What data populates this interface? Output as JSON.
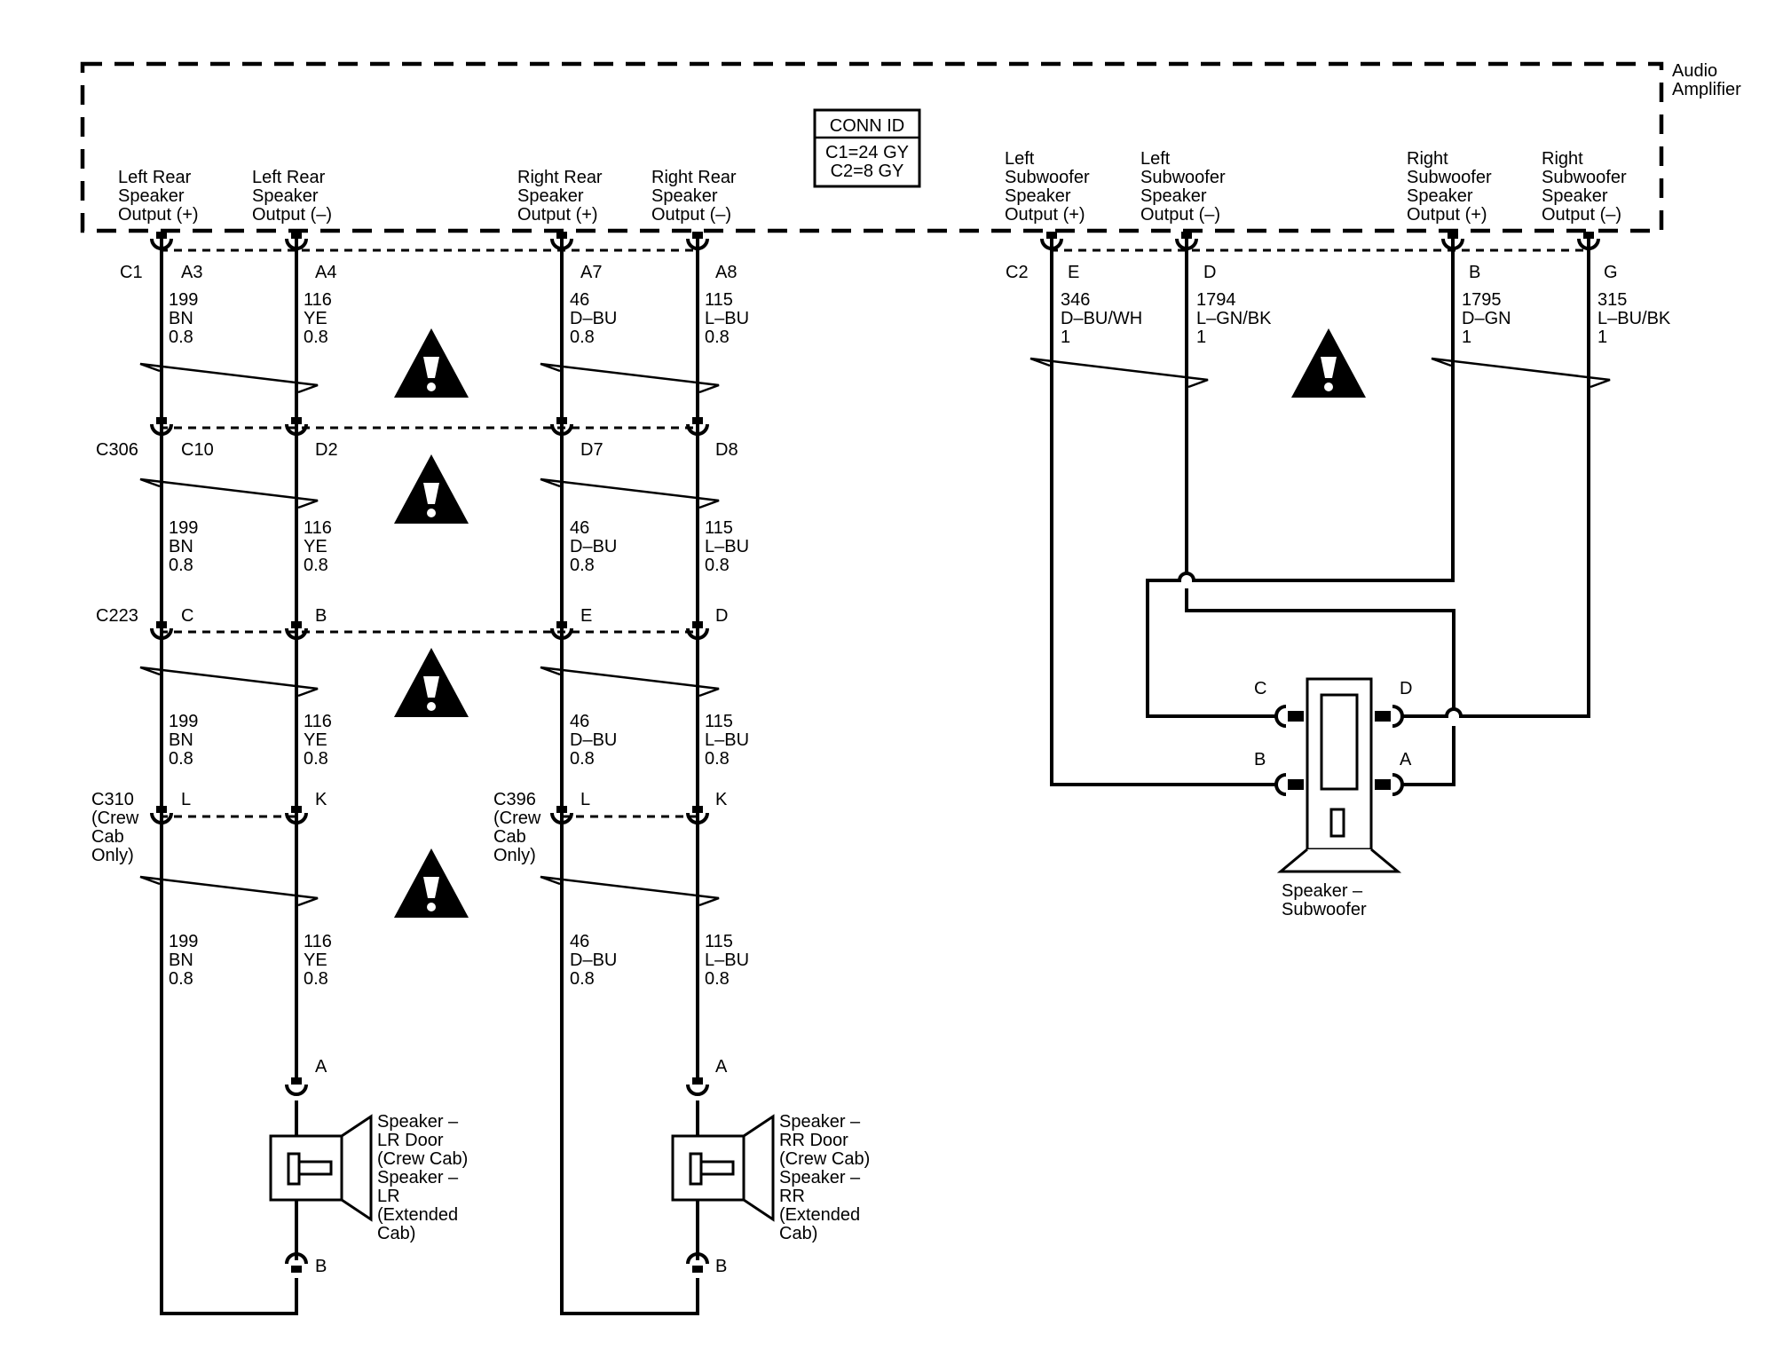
{
  "amplifier": {
    "name_line1": "Audio",
    "name_line2": "Amplifier"
  },
  "conn_id": {
    "title": "CONN ID",
    "c1": "C1=24 GY",
    "c2": "C2=8 GY"
  },
  "outputs": [
    [
      "Left Rear",
      "Speaker",
      "Output (+)"
    ],
    [
      "Left Rear",
      "Speaker",
      "Output (–)"
    ],
    [
      "Right Rear",
      "Speaker",
      "Output (+)"
    ],
    [
      "Right Rear",
      "Speaker",
      "Output (–)"
    ],
    [
      "Left",
      "Subwoofer",
      "Speaker",
      "Output (+)"
    ],
    [
      "Left",
      "Subwoofer",
      "Speaker",
      "Output (–)"
    ],
    [
      "Right",
      "Subwoofer",
      "Speaker",
      "Output (+)"
    ],
    [
      "Right",
      "Subwoofer",
      "Speaker",
      "Output (–)"
    ]
  ],
  "connectors": {
    "c1": {
      "name": "C1",
      "pins": [
        "A3",
        "A4",
        "A7",
        "A8"
      ]
    },
    "c306": {
      "name": "C306",
      "pins": [
        "C10",
        "D2",
        "D7",
        "D8"
      ]
    },
    "c223": {
      "name": "C223",
      "pins": [
        "C",
        "B",
        "E",
        "D"
      ]
    },
    "c310": {
      "name": [
        "C310",
        "(Crew",
        "Cab",
        "Only)"
      ],
      "pins": [
        "L",
        "K"
      ]
    },
    "c396": {
      "name": [
        "C396",
        "(Crew",
        "Cab",
        "Only)"
      ],
      "pins": [
        "L",
        "K"
      ]
    },
    "c2": {
      "name": "C2",
      "pins": [
        "E",
        "D",
        "B",
        "G"
      ]
    }
  },
  "wires": {
    "rear": [
      [
        "199",
        "BN",
        "0.8"
      ],
      [
        "116",
        "YE",
        "0.8"
      ],
      [
        "46",
        "D–BU",
        "0.8"
      ],
      [
        "115",
        "L–BU",
        "0.8"
      ]
    ],
    "sub": [
      [
        "346",
        "D–BU/WH",
        "1"
      ],
      [
        "1794",
        "L–GN/BK",
        "1"
      ],
      [
        "1795",
        "D–GN",
        "1"
      ],
      [
        "315",
        "L–BU/BK",
        "1"
      ]
    ]
  },
  "speakers": {
    "lr": {
      "pin_top": "A",
      "pin_bottom": "B",
      "label": [
        "Speaker –",
        "LR Door",
        "(Crew Cab)",
        "Speaker –",
        "LR",
        "(Extended",
        "Cab)"
      ]
    },
    "rr": {
      "pin_top": "A",
      "pin_bottom": "B",
      "label": [
        "Speaker –",
        "RR Door",
        "(Crew Cab)",
        "Speaker –",
        "RR",
        "(Extended",
        "Cab)"
      ]
    },
    "sub": {
      "pins": [
        "C",
        "D",
        "B",
        "A"
      ],
      "label": [
        "Speaker –",
        "Subwoofer"
      ]
    }
  },
  "warning_symbol": "warning-icon"
}
